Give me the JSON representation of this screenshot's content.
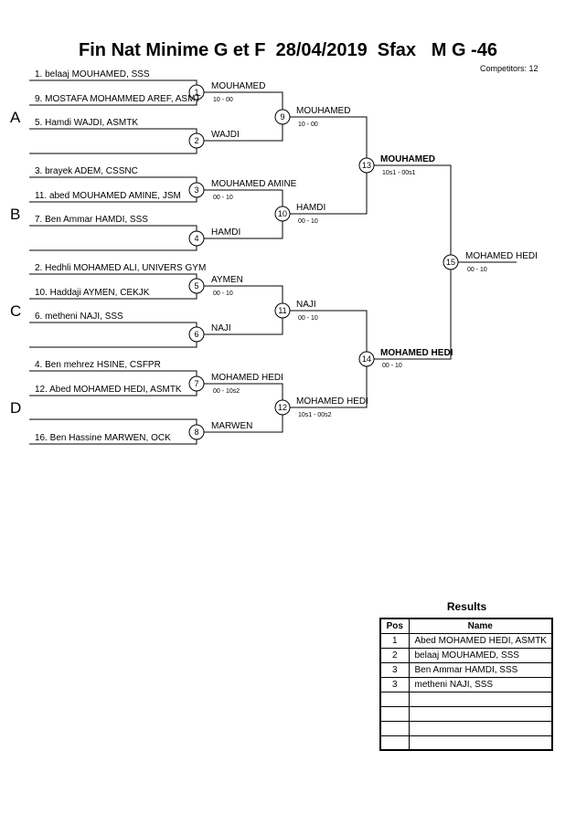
{
  "title": "Fin Nat Minime G et F  28/04/2019  Sfax   M G -46",
  "competitors_label": "Competitors: 12",
  "pools": [
    "A",
    "B",
    "C",
    "D"
  ],
  "entrants": [
    "1. belaaj MOUHAMED, SSS",
    "9. MOSTAFA MOHAMMED AREF, ASMT",
    "5. Hamdi WAJDI, ASMTK",
    "",
    "3. brayek ADEM, CSSNC",
    "11. abed MOUHAMED AMINE, JSM",
    "7. Ben Ammar HAMDI, SSS",
    "",
    "2. Hedhli MOHAMED ALI, UNIVERS GYM",
    "10. Haddaji AYMEN, CEKJK",
    "6. metheni NAJI, SSS",
    "",
    "4. Ben mehrez HSINE, CSFPR",
    "12. Abed MOHAMED HEDI, ASMTK",
    "16. Ben Hassine MARWEN, OCK",
    ""
  ],
  "matches": {
    "m1": {
      "num": "1",
      "winner": "MOUHAMED",
      "score": "10 - 00"
    },
    "m2": {
      "num": "2",
      "winner": "WAJDI",
      "score": ""
    },
    "m3": {
      "num": "3",
      "winner": "MOUHAMED AMINE",
      "score": "00 - 10"
    },
    "m4": {
      "num": "4",
      "winner": "HAMDI",
      "score": ""
    },
    "m5": {
      "num": "5",
      "winner": "AYMEN",
      "score": "00 - 10"
    },
    "m6": {
      "num": "6",
      "winner": "NAJI",
      "score": ""
    },
    "m7": {
      "num": "7",
      "winner": "MOHAMED HEDI",
      "score": "00 - 10s2"
    },
    "m8": {
      "num": "8",
      "winner": "MARWEN",
      "score": ""
    },
    "m9": {
      "num": "9",
      "winner": "MOUHAMED",
      "score": "10 - 00"
    },
    "m10": {
      "num": "10",
      "winner": "HAMDI",
      "score": "00 - 10"
    },
    "m11": {
      "num": "11",
      "winner": "NAJI",
      "score": "00 - 10"
    },
    "m12": {
      "num": "12",
      "winner": "MOHAMED HEDI",
      "score": "10s1 - 00s2"
    },
    "m13": {
      "num": "13",
      "winner": "MOUHAMED",
      "score": "10s1 - 00s1"
    },
    "m14": {
      "num": "14",
      "winner": "MOHAMED HEDI",
      "score": "00 - 10"
    },
    "m15": {
      "num": "15",
      "winner": "MOHAMED HEDI",
      "score": "00 - 10"
    }
  },
  "results": {
    "title": "Results",
    "headers": {
      "pos": "Pos",
      "name": "Name"
    },
    "rows": [
      {
        "pos": "1",
        "name": "Abed MOHAMED HEDI, ASMTK"
      },
      {
        "pos": "2",
        "name": "belaaj MOUHAMED, SSS"
      },
      {
        "pos": "3",
        "name": "Ben Ammar HAMDI, SSS"
      },
      {
        "pos": "3",
        "name": "metheni NAJI, SSS"
      },
      {
        "pos": "",
        "name": ""
      },
      {
        "pos": "",
        "name": ""
      },
      {
        "pos": "",
        "name": ""
      },
      {
        "pos": "",
        "name": ""
      }
    ]
  }
}
